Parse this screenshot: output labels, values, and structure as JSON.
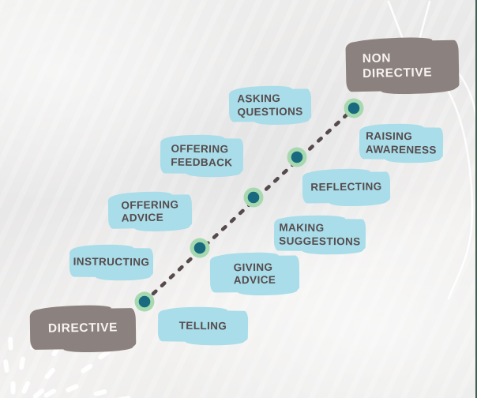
{
  "endpoints": {
    "directive": {
      "label": "DIRECTIVE"
    },
    "non_directive": {
      "label": "NON\nDIRECTIVE"
    }
  },
  "labels_above_line": [
    {
      "id": "instructing",
      "text": "INSTRUCTING"
    },
    {
      "id": "offering-advice",
      "text": "OFFERING\nADVICE"
    },
    {
      "id": "offering-feedback",
      "text": "OFFERING\nFEEDBACK"
    },
    {
      "id": "asking-questions",
      "text": "ASKING\nQUESTIONS"
    }
  ],
  "labels_below_line": [
    {
      "id": "telling",
      "text": "TELLING"
    },
    {
      "id": "giving-advice",
      "text": "GIVING\nADVICE"
    },
    {
      "id": "making-suggestions",
      "text": "MAKING\nSUGGESTIONS"
    },
    {
      "id": "reflecting",
      "text": "REFLECTING"
    },
    {
      "id": "raising-awareness",
      "text": "RAISING\nAWARENESS"
    }
  ],
  "colors": {
    "background": "#ebebea",
    "highlight_blue": "#a8dde9",
    "brush_gray": "#8b817f",
    "text_dark": "#564b4d",
    "text_light": "#f7f3f1",
    "dashed_line": "#564a4c",
    "dot_core": "#196a7e",
    "dot_ring": "#a6d9af",
    "decor_white": "#ffffff",
    "edge_strip_green": "#41604d"
  }
}
